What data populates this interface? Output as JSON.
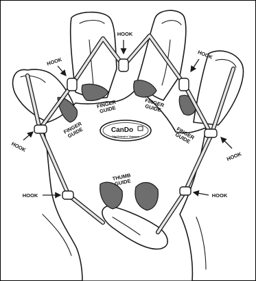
{
  "labels": {
    "hook": "HOOK",
    "finger_guide_line1": "FINGER",
    "finger_guide_line2": "GUIDE",
    "thumb_guide_line1": "THUMB",
    "thumb_guide_line2": "GUIDE"
  },
  "logo": {
    "brand": "CanDo",
    "tagline": "Digi-Extend n' Squeeze"
  },
  "colors": {
    "outline": "#1a1a1a",
    "guide_fill": "#6e6e6e",
    "band_fill": "#e6e6e6",
    "hand_fill": "#ffffff"
  }
}
